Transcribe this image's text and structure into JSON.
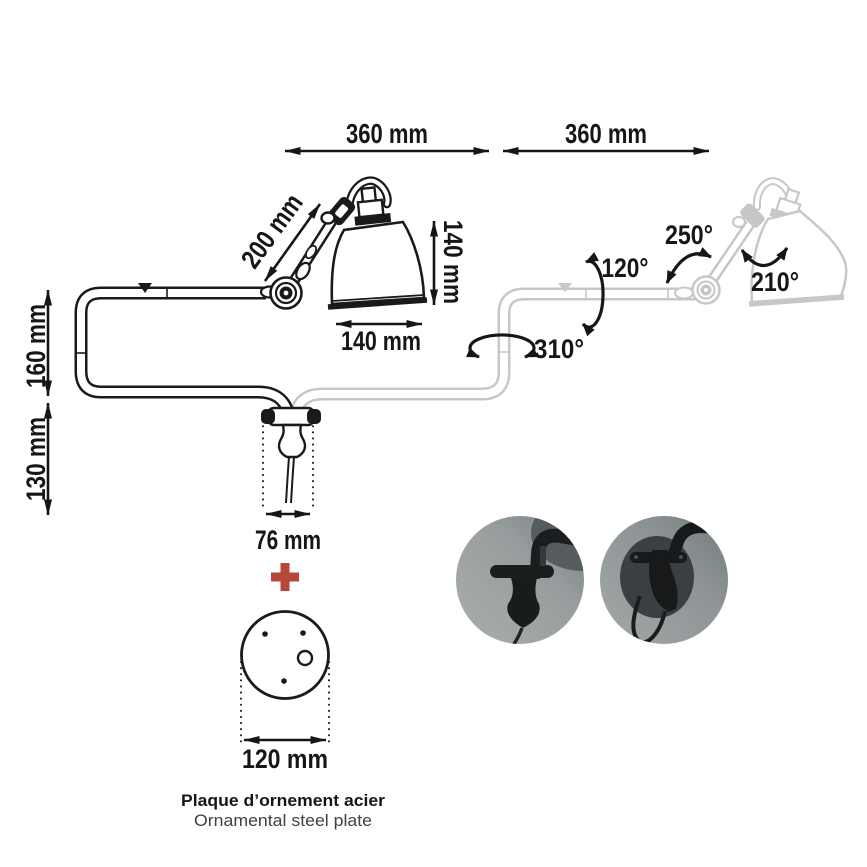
{
  "product": "wall-lamp-dimension-diagram",
  "colors": {
    "ink": "#1a1a1a",
    "ghost": "#c7c7c7",
    "accent": "#b5483b",
    "caption_secondary": "#414141"
  },
  "dimensions": {
    "span_left": "360 mm",
    "span_right": "360 mm",
    "arm_length": "200 mm",
    "shade_height": "140 mm",
    "shade_diameter": "140 mm",
    "drop_upper": "160 mm",
    "drop_lower": "130 mm",
    "bracket_width": "76 mm",
    "plate_diameter": "120 mm"
  },
  "angles": {
    "arm_axis_rotation": "120°",
    "elbow_rotation": "250°",
    "shade_rotation": "210°",
    "wall_swivel": "310°"
  },
  "plus_sign": "+",
  "caption": {
    "fr": "Plaque d’ornement acier",
    "en": "Ornamental steel plate"
  },
  "icons": {
    "plus": "plus-icon",
    "photo_left": "bracket-photo-front",
    "photo_right": "bracket-photo-with-plate"
  }
}
